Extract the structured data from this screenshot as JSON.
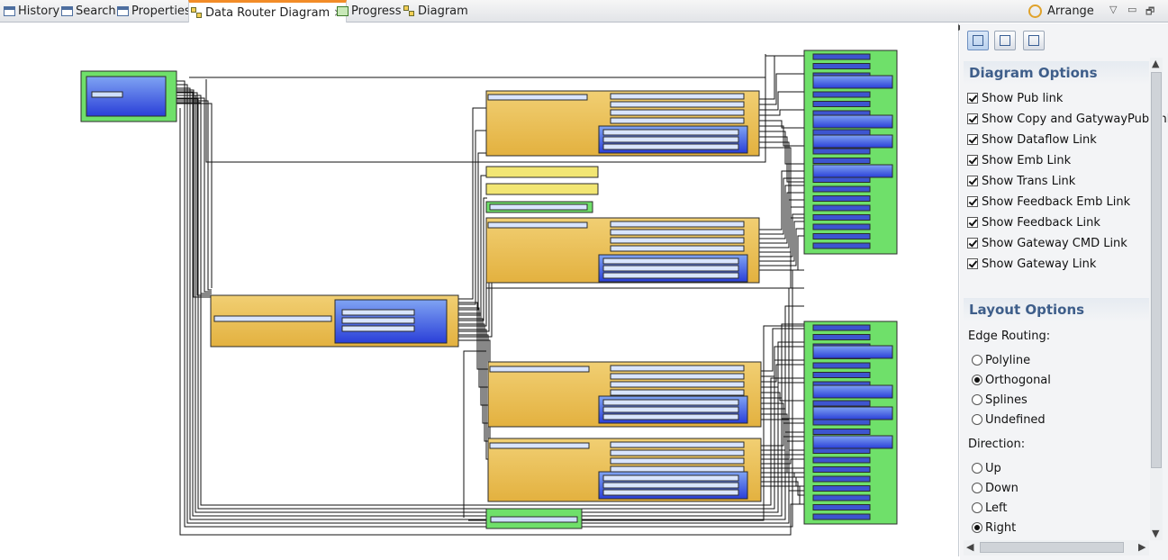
{
  "tabs": [
    {
      "label": "History",
      "icon": "view-icon"
    },
    {
      "label": "Search",
      "icon": "view-icon"
    },
    {
      "label": "Properties",
      "icon": "properties-icon"
    },
    {
      "label": "Data Router Diagram",
      "icon": "diagram-icon",
      "active": true,
      "close": "×"
    },
    {
      "label": "Progress",
      "icon": "progress-icon"
    },
    {
      "label": "Diagram",
      "icon": "diagram-icon"
    }
  ],
  "toolbar": {
    "arrange_label": "Arrange",
    "menu_glyph": "▽",
    "minimize_glyph": "▭",
    "restore_glyph": "🗗"
  },
  "diagram_options": {
    "title": "Diagram Options",
    "items": [
      "Show Pub link",
      "Show Copy and GatywayPub link",
      "Show Dataflow Link",
      "Show Emb Link",
      "Show Trans Link",
      "Show Feedback Emb Link",
      "Show Feedback Link",
      "Show Gateway CMD Link",
      "Show Gateway Link"
    ]
  },
  "layout_options": {
    "title": "Layout Options",
    "edge_routing_label": "Edge Routing:",
    "edge_routing": [
      "Polyline",
      "Orthogonal",
      "Splines",
      "Undefined"
    ],
    "edge_routing_selected": "Orthogonal",
    "direction_label": "Direction:",
    "direction": [
      "Up",
      "Down",
      "Left",
      "Right"
    ],
    "direction_selected": "Right"
  },
  "colors": {
    "orange_node": "#e3b13f",
    "blue_node": "#2a3fd8",
    "green_node": "#6fe06a",
    "yellow_node": "#f2e673",
    "edge": "#111111"
  }
}
